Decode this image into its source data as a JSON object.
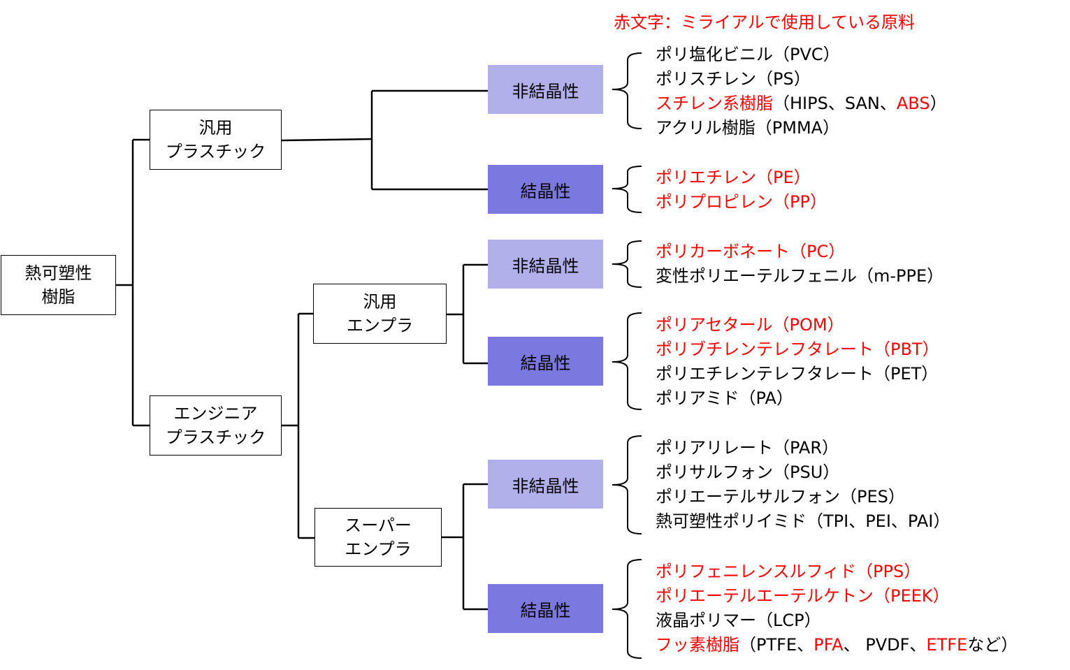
{
  "legend": "赤文字：ミライアルで使用している原料",
  "colors": {
    "highlight": "#ff0000",
    "amorphous_fill": "#b1b0ea",
    "crystalline_fill": "#7b79e0",
    "line": "#000000"
  },
  "root": {
    "line1": "熱可塑性",
    "line2": "樹脂"
  },
  "general_plastic": {
    "line1": "汎用",
    "line2": "プラスチック"
  },
  "engineering_plastic": {
    "line1": "エンジニア",
    "line2": "プラスチック"
  },
  "general_engpla": {
    "line1": "汎用",
    "line2": "エンプラ"
  },
  "super_engpla": {
    "line1": "スーパー",
    "line2": "エンプラ"
  },
  "categories": {
    "amorphous": "非結晶性",
    "crystalline": "結晶性"
  },
  "lists": {
    "general_plastic_amorphous": [
      [
        {
          "t": "ポリ塩化ビニル（PVC）",
          "red": false
        }
      ],
      [
        {
          "t": "ポリスチレン（PS）",
          "red": false
        }
      ],
      [
        {
          "t": "スチレン系樹脂",
          "red": true
        },
        {
          "t": "（HIPS、SAN、",
          "red": false
        },
        {
          "t": "ABS",
          "red": true
        },
        {
          "t": "）",
          "red": false
        }
      ],
      [
        {
          "t": "アクリル樹脂（PMMA）",
          "red": false
        }
      ]
    ],
    "general_plastic_crystalline": [
      [
        {
          "t": "ポリエチレン（PE）",
          "red": true
        }
      ],
      [
        {
          "t": "ポリプロピレン（PP）",
          "red": true
        }
      ]
    ],
    "general_engpla_amorphous": [
      [
        {
          "t": "ポリカーボネート（PC）",
          "red": true
        }
      ],
      [
        {
          "t": "変性ポリエーテルフェニル（m-PPE）",
          "red": false
        }
      ]
    ],
    "general_engpla_crystalline": [
      [
        {
          "t": "ポリアセタール（POM）",
          "red": true
        }
      ],
      [
        {
          "t": "ポリブチレンテレフタレート（PBT）",
          "red": true
        }
      ],
      [
        {
          "t": "ポリエチレンテレフタレート（PET）",
          "red": false
        }
      ],
      [
        {
          "t": "ポリアミド（PA）",
          "red": false
        }
      ]
    ],
    "super_engpla_amorphous": [
      [
        {
          "t": "ポリアリレート（PAR）",
          "red": false
        }
      ],
      [
        {
          "t": "ポリサルフォン（PSU）",
          "red": false
        }
      ],
      [
        {
          "t": "ポリエーテルサルフォン（PES）",
          "red": false
        }
      ],
      [
        {
          "t": "熱可塑性ポリイミド（TPI、PEI、PAI）",
          "red": false
        }
      ]
    ],
    "super_engpla_crystalline": [
      [
        {
          "t": "ポリフェニレンスルフィド（PPS）",
          "red": true
        }
      ],
      [
        {
          "t": "ポリエーテルエーテルケトン（PEEK）",
          "red": true
        }
      ],
      [
        {
          "t": "液晶ポリマー（LCP）",
          "red": false
        }
      ],
      [
        {
          "t": "フッ素樹脂",
          "red": true
        },
        {
          "t": "（PTFE、",
          "red": false
        },
        {
          "t": "PFA",
          "red": true
        },
        {
          "t": "、 PVDF、",
          "red": false
        },
        {
          "t": "ETFE",
          "red": true
        },
        {
          "t": "など）",
          "red": false
        }
      ]
    ]
  }
}
